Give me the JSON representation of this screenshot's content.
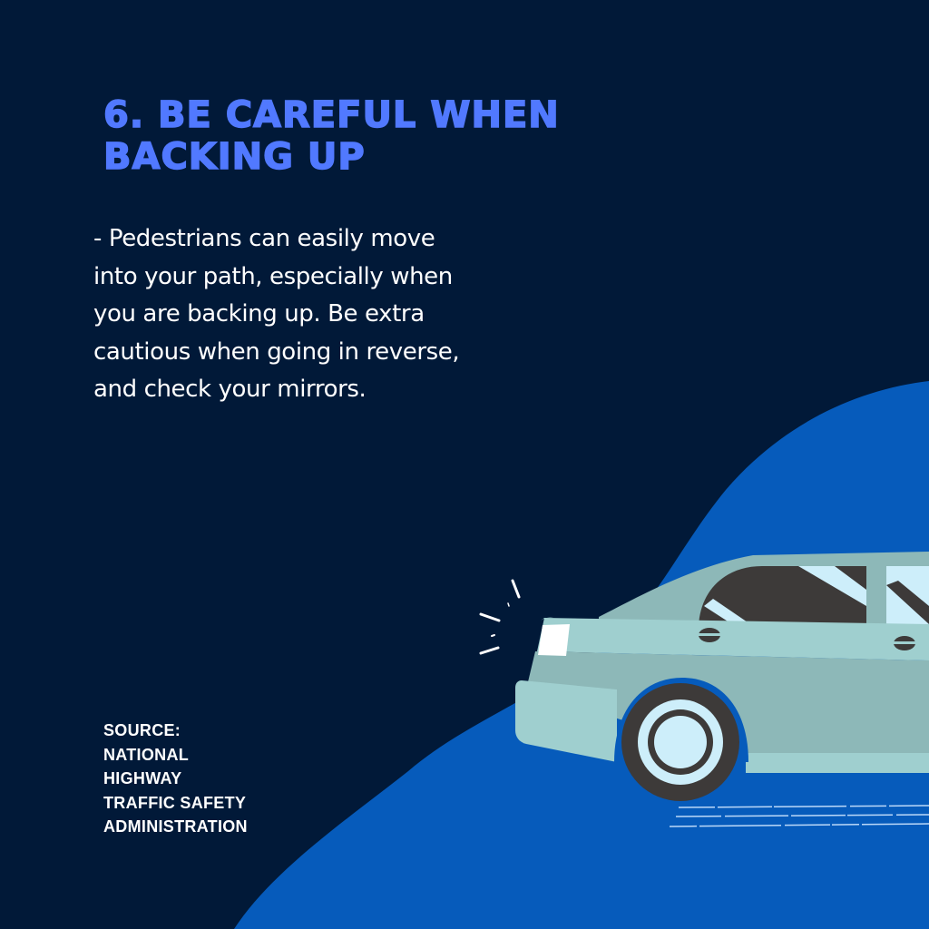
{
  "slide": {
    "title_lines": [
      "6. BE CAREFUL WHEN",
      "BACKING UP"
    ],
    "body_lines": [
      "- Pedestrians can easily move",
      "into your path, especially when",
      "you are backing up. Be extra",
      "cautious when going in reverse,",
      "and check your mirrors."
    ],
    "source_lines": [
      "SOURCE:",
      "NATIONAL",
      "HIGHWAY",
      "TRAFFIC SAFETY",
      "ADMINISTRATION"
    ]
  },
  "illustration": {
    "subject": "car-reversing",
    "colors": {
      "background": "#011938",
      "blob": "#065bbb",
      "title": "#5179ff",
      "car_body": "#9fcfcf",
      "car_shade": "#8db8b8",
      "window_dark": "#3d3a39",
      "glass": "#cdeefa",
      "tire": "#3d3a39",
      "light": "#ffffff"
    }
  }
}
